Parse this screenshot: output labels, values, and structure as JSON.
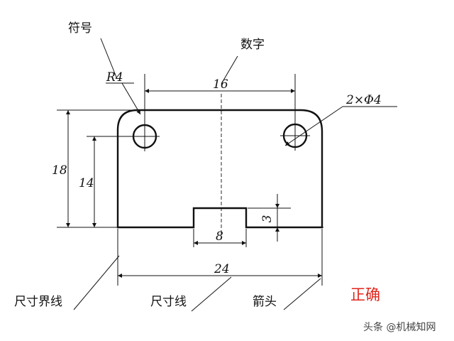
{
  "annotations": {
    "symbol": "符号",
    "number": "数字",
    "extension_line": "尺寸界线",
    "dimension_line": "尺寸线",
    "arrowhead": "箭头",
    "verdict": "正确"
  },
  "dimensions": {
    "radius": "R4",
    "hole_spacing": "16",
    "hole_spec": "2×Φ4",
    "total_height": "18",
    "hole_height": "14",
    "slot_depth": "3",
    "slot_width": "8",
    "total_width": "24"
  },
  "watermark": "头条 @机械知网",
  "colors": {
    "line": "#111111",
    "verdict": "#e1261c"
  }
}
